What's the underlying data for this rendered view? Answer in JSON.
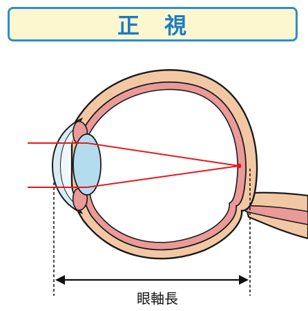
{
  "title": "正　視",
  "axis_label": "眼軸長",
  "colors": {
    "title_border": "#2a8fd0",
    "title_bg": "#fdf7d0",
    "title_text": "#1b7cc4",
    "sclera": "#f2c8a4",
    "choroid": "#ea9a98",
    "lens": "#b3dcef",
    "light_ray": "#e8161b",
    "outline": "#1a1a1a"
  },
  "icons": {
    "eye": "eye-cross-section",
    "arrow": "double-headed-arrow"
  }
}
